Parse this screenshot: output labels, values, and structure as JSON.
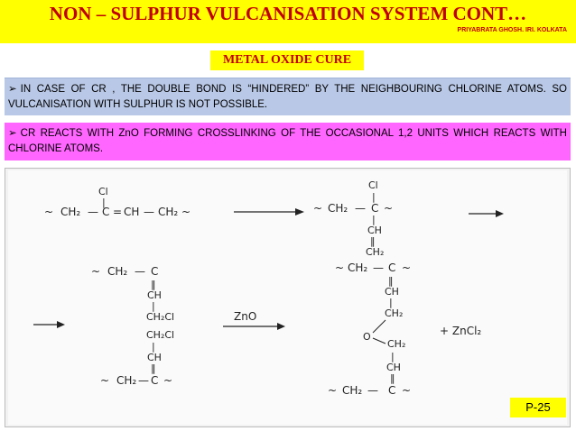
{
  "header": {
    "title": "NON – SULPHUR VULCANISATION SYSTEM CONT…",
    "author": "PRIYABRATA GHOSH. IRI. KOLKATA",
    "subtitle": "METAL OXIDE CURE"
  },
  "bullets": [
    {
      "arrow": "➢",
      "text": "IN CASE OF CR , THE DOUBLE BOND IS “HINDERED” BY THE NEIGHBOURING CHLORINE ATOMS. SO VULCANISATION WITH SULPHUR IS NOT POSSIBLE."
    },
    {
      "arrow": "➢",
      "text": "CR REACTS WITH ZnO FORMING CROSSLINKING OF THE OCCASIONAL 1,2 UNITS WHICH REACTS WITH CHLORINE ATOMS."
    }
  ],
  "diagram": {
    "cl": "Cl",
    "ch2": "CH₂",
    "ch": "CH",
    "c": "C",
    "ch2cl": "CH₂Cl",
    "eq": "=",
    "double": "‖",
    "single": "|",
    "dash": "—",
    "tilde": "~",
    "o": "O",
    "zno": "ZnO",
    "zncl2": "+ ZnCl₂"
  },
  "page_number": "P-25",
  "colors": {
    "title_bar": "#ffff00",
    "title_text": "#c00000",
    "bullet1_bg": "#b9c8e6",
    "bullet2_bg": "#ff66ff"
  }
}
